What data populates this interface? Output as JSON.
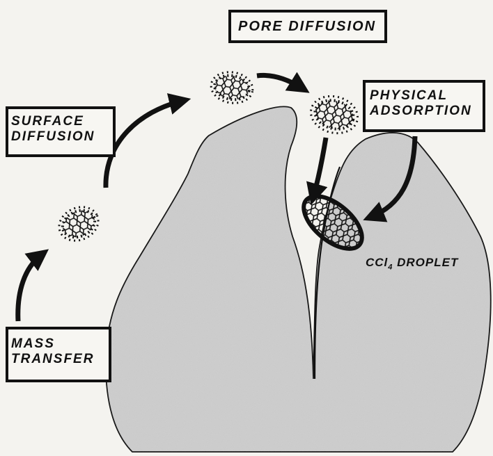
{
  "labels": {
    "pore_diffusion": "PORE DIFFUSION",
    "surface_diffusion": [
      "SURFACE",
      "DIFFUSION"
    ],
    "physical_adsorption": [
      "PHYSICAL",
      "ADSORPTION"
    ],
    "mass_transfer": [
      "MASS",
      "TRANSFER"
    ],
    "droplet": {
      "prefix": "CCl",
      "subscript": "4",
      "suffix": " DROPLET"
    }
  },
  "colors": {
    "particle_fill": "#cfcfcf",
    "outline": "#111111",
    "background": "#f4f3ef"
  }
}
